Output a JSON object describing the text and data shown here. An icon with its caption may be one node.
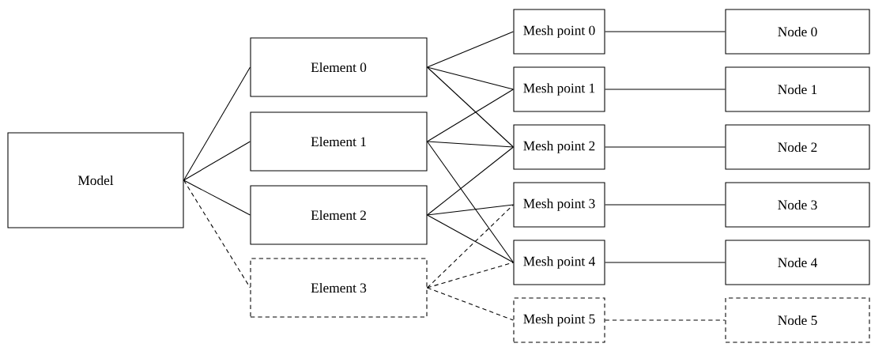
{
  "diagram": {
    "nodes": [
      {
        "text": [
          "Model"
        ]
      },
      {
        "text": [
          "Element 0"
        ]
      },
      {
        "text": [
          "Element 1"
        ]
      },
      {
        "text": [
          "Element 2"
        ]
      },
      {
        "text": [
          "Element 3"
        ]
      },
      {
        "text": [
          "Mesh point 0"
        ]
      },
      {
        "text": [
          "Mesh point 1"
        ]
      },
      {
        "text": [
          "Mesh point 2"
        ]
      },
      {
        "text": [
          "Mesh point 3"
        ]
      },
      {
        "text": [
          "Mesh point 4"
        ]
      },
      {
        "text": [
          "Mesh point 5"
        ]
      },
      {
        "text": [
          "Node 0"
        ]
      },
      {
        "text": [
          "Node 1"
        ]
      },
      {
        "text": [
          "Node 2"
        ]
      },
      {
        "text": [
          "Node 3"
        ]
      },
      {
        "text": [
          "Node 4"
        ]
      },
      {
        "text": [
          "Node 5"
        ]
      }
    ],
    "edges": [
      {
        "from": 0,
        "to": 1,
        "arrow": "none"
      },
      {
        "from": 0,
        "to": 2,
        "arrow": "none"
      },
      {
        "from": 0,
        "to": 3,
        "arrow": "none"
      },
      {
        "from": 0,
        "to": 4,
        "arrow": "none",
        "style": "dashed"
      },
      {
        "from": 1,
        "to": 5,
        "arrow": "none"
      },
      {
        "from": 1,
        "to": 6,
        "arrow": "none"
      },
      {
        "from": 1,
        "to": 7,
        "arrow": "none"
      },
      {
        "from": 2,
        "to": 6,
        "arrow": "none"
      },
      {
        "from": 2,
        "to": 7,
        "arrow": "none"
      },
      {
        "from": 2,
        "to": 9,
        "arrow": "none"
      },
      {
        "from": 3,
        "to": 7,
        "arrow": "none"
      },
      {
        "from": 3,
        "to": 8,
        "arrow": "none"
      },
      {
        "from": 3,
        "to": 9,
        "arrow": "none"
      },
      {
        "from": 4,
        "to": 8,
        "arrow": "none",
        "style": "dashed"
      },
      {
        "from": 4,
        "to": 9,
        "arrow": "none",
        "style": "dashed"
      },
      {
        "from": 4,
        "to": 10,
        "arrow": "none",
        "style": "dashed"
      },
      {
        "from": 5,
        "to": 11,
        "arrow": "none"
      },
      {
        "from": 6,
        "to": 12,
        "arrow": "none"
      },
      {
        "from": 7,
        "to": 13,
        "arrow": "none"
      },
      {
        "from": 8,
        "to": 14,
        "arrow": "none"
      },
      {
        "from": 9,
        "to": 15,
        "arrow": "none"
      },
      {
        "from": 10,
        "to": 16,
        "arrow": "none",
        "style": "dashed"
      }
    ]
  }
}
